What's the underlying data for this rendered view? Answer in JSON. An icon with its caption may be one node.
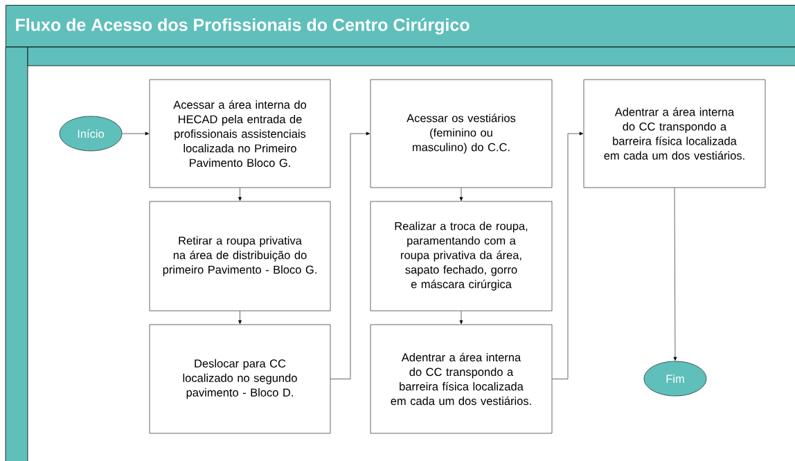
{
  "diagram": {
    "title": "Fluxo de Acesso dos Profissionais do Centro Cirúrgico",
    "nodes": [
      {
        "text": [
          "Início"
        ]
      },
      {
        "text": [
          "Acessar a área interna do HECAD pela entrada de profissionais assistenciais localizada no Primeiro Pavimento Bloco G."
        ]
      },
      {
        "text": [
          "Retirar a roupa privativa na área de distribuição do primeiro Pavimento - Bloco G."
        ]
      },
      {
        "text": [
          "Deslocar para CC localizado no segundo pavimento - Bloco D."
        ]
      },
      {
        "text": [
          "Acessar os vestiários (feminino ou masculino) do C.C."
        ]
      },
      {
        "text": [
          "Realizar a troca de roupa, paramentando com a roupa privativa da área, sapato fechado, gorro e máscara cirúrgica"
        ]
      },
      {
        "text": [
          "Adentrar a área interna do CC transpondo a barreira física localizada em cada um dos vestiários."
        ]
      },
      {
        "text": [
          "Adentrar a área interna do CC transpondo a barreira física localizada em cada um dos vestiários."
        ]
      },
      {
        "text": [
          "Fim"
        ]
      }
    ],
    "edges": [
      {
        "from": 0,
        "to": 1,
        "arrow": "to"
      },
      {
        "from": 1,
        "to": 2,
        "arrow": "to"
      },
      {
        "from": 2,
        "to": 3,
        "arrow": "to"
      },
      {
        "from": 3,
        "to": 4,
        "arrow": "to"
      },
      {
        "from": 4,
        "to": 5,
        "arrow": "to"
      },
      {
        "from": 5,
        "to": 6,
        "arrow": "to"
      },
      {
        "from": 6,
        "to": 7,
        "arrow": "to"
      },
      {
        "from": 7,
        "to": 8,
        "arrow": "to"
      }
    ]
  }
}
